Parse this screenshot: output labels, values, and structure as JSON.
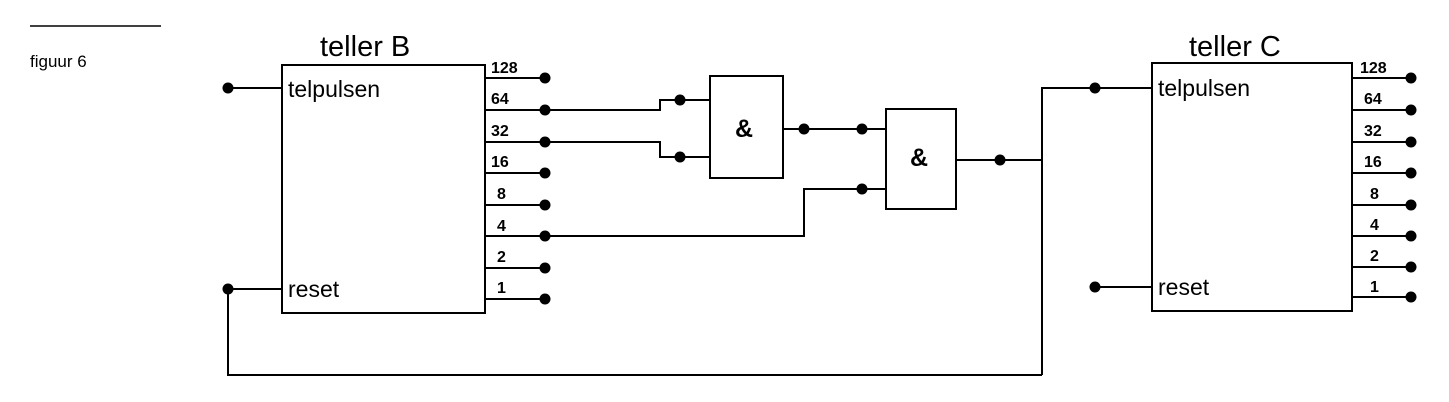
{
  "figure": {
    "label": "figuur 6"
  },
  "counter_b": {
    "title": "teller B",
    "input_label": "telpulsen",
    "reset_label": "reset",
    "outputs": [
      "128",
      "64",
      "32",
      "16",
      "8",
      "4",
      "2",
      "1"
    ]
  },
  "counter_c": {
    "title": "teller C",
    "input_label": "telpulsen",
    "reset_label": "reset",
    "outputs": [
      "128",
      "64",
      "32",
      "16",
      "8",
      "4",
      "2",
      "1"
    ]
  },
  "gates": [
    {
      "label": "&"
    },
    {
      "label": "&"
    }
  ]
}
